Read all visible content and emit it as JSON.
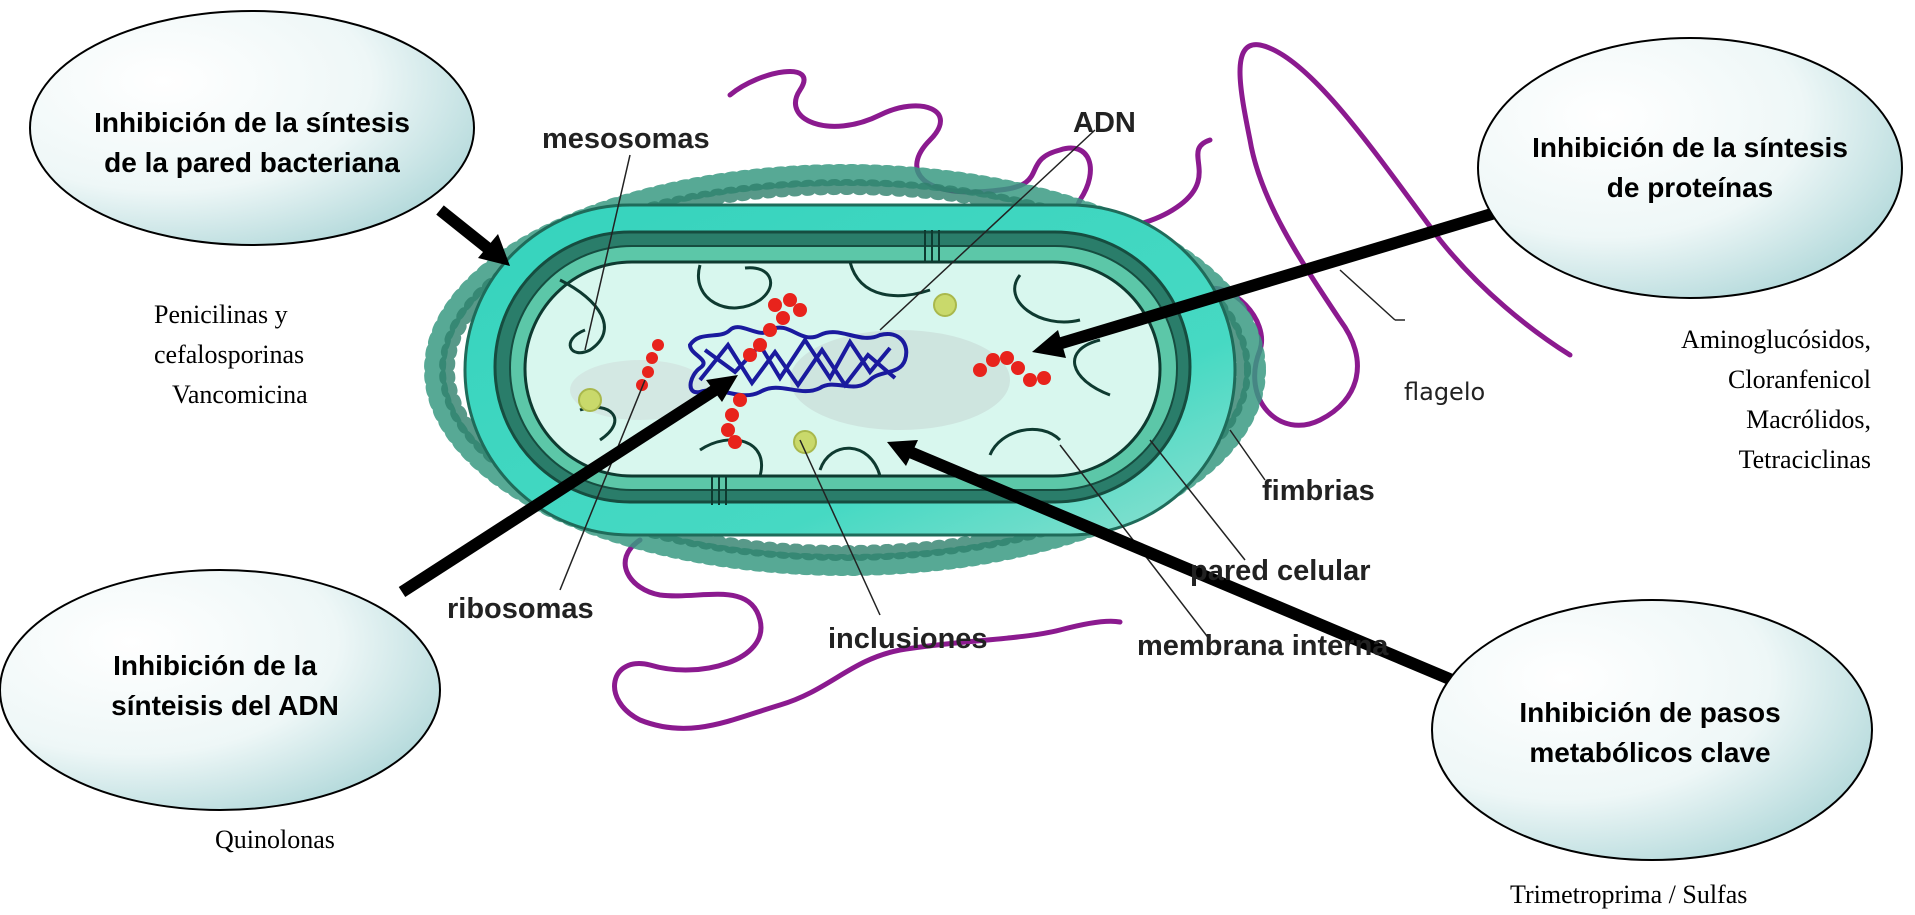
{
  "mechanisms": {
    "cell_wall": {
      "line1": "Inhibición de la síntesis",
      "line2": "de la pared bacteriana"
    },
    "protein": {
      "line1": "Inhibición de la síntesis",
      "line2": "de proteínas"
    },
    "dna": {
      "line1": "Inhibición de la",
      "line2": "sínteisis del ADN"
    },
    "metabolic": {
      "line1": "Inhibición de pasos",
      "line2": "metabólicos clave"
    }
  },
  "drugs": {
    "cell_wall": [
      "Penicilinas y",
      "cefalosporinas",
      "Vancomicina"
    ],
    "protein": [
      "Aminoglucósidos,",
      "Cloranfenicol",
      "Macrólidos,",
      "Tetraciclinas"
    ],
    "dna": [
      "Quinolonas"
    ],
    "metabolic": [
      "Trimetroprima / Sulfas"
    ]
  },
  "parts": {
    "mesosomas": "mesosomas",
    "adn": "ADN",
    "flagelo": "flagelo",
    "fimbrias": "fimbrias",
    "pared_celular": "pared celular",
    "membrana_interna": "membrana interna",
    "inclusiones": "inclusiones",
    "ribosomas": "ribosomas"
  },
  "colors": {
    "oval_fill_light": "#ffffff",
    "oval_fill_dark": "#b9dcdd",
    "capsule_outer": "#3fd6c0",
    "capsule_wall": "#2a7d6a",
    "cytoplasm": "#d8f7ee",
    "flagellum": "#8b1a8f",
    "dna": "#1a1a9e",
    "ribosome": "#e8231c",
    "inclusion": "#c9d96b"
  }
}
